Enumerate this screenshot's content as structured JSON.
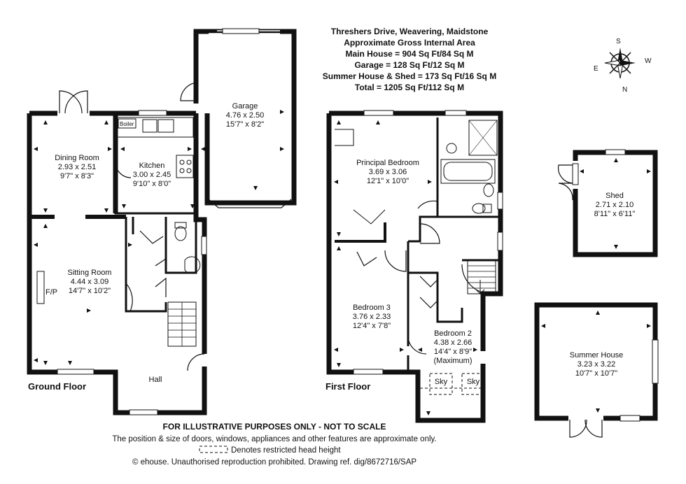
{
  "header": {
    "address": "Threshers Drive, Weavering, Maidstone",
    "area_title": "Approximate Gross Internal Area",
    "main_house": "Main House = 904 Sq Ft/84 Sq M",
    "garage": "Garage = 128 Sq Ft/12 Sq M",
    "summer_shed": "Summer House & Shed = 173 Sq Ft/16 Sq M",
    "total": "Total = 1205 Sq Ft/112 Sq M"
  },
  "compass": {
    "s": "S",
    "e": "E",
    "w": "W",
    "n": "N"
  },
  "ground_floor": {
    "label": "Ground Floor",
    "dining": {
      "name": "Dining Room",
      "metric": "2.93 x 2.51",
      "imperial": "9'7\" x 8'3\""
    },
    "kitchen": {
      "name": "Kitchen",
      "metric": "3.00 x 2.45",
      "imperial": "9'10\" x 8'0\""
    },
    "boiler": "Boiler",
    "sitting": {
      "name": "Sitting Room",
      "metric": "4.44 x 3.09",
      "imperial": "14'7\" x 10'2\""
    },
    "fp": "F/P",
    "hall": "Hall",
    "garage": {
      "name": "Garage",
      "metric": "4.76 x 2.50",
      "imperial": "15'7\" x 8'2\""
    }
  },
  "first_floor": {
    "label": "First Floor",
    "principal": {
      "name": "Principal Bedroom",
      "metric": "3.69 x 3.06",
      "imperial": "12'1\" x 10'0\""
    },
    "bedroom3": {
      "name": "Bedroom 3",
      "metric": "3.76 x 2.33",
      "imperial": "12'4\" x 7'8\""
    },
    "bedroom2": {
      "name": "Bedroom 2",
      "metric": "4.38 x 2.66",
      "imperial": "14'4\" x 8'9\"",
      "note": "(Maximum)"
    },
    "sky1": "Sky",
    "sky2": "Sky"
  },
  "outbuildings": {
    "shed": {
      "name": "Shed",
      "metric": "2.71 x 2.10",
      "imperial": "8'11\" x 6'11\""
    },
    "summer": {
      "name": "Summer House",
      "metric": "3.23 x 3.22",
      "imperial": "10'7\" x 10'7\""
    }
  },
  "footer": {
    "disclaimer": "FOR ILLUSTRATIVE PURPOSES ONLY - NOT TO SCALE",
    "note": "The position & size of doors, windows, appliances and other features are approximate only.",
    "restricted": "Denotes restricted head height",
    "copyright": "© ehouse. Unauthorised reproduction prohibited. Drawing ref. dig/8672716/SAP"
  }
}
